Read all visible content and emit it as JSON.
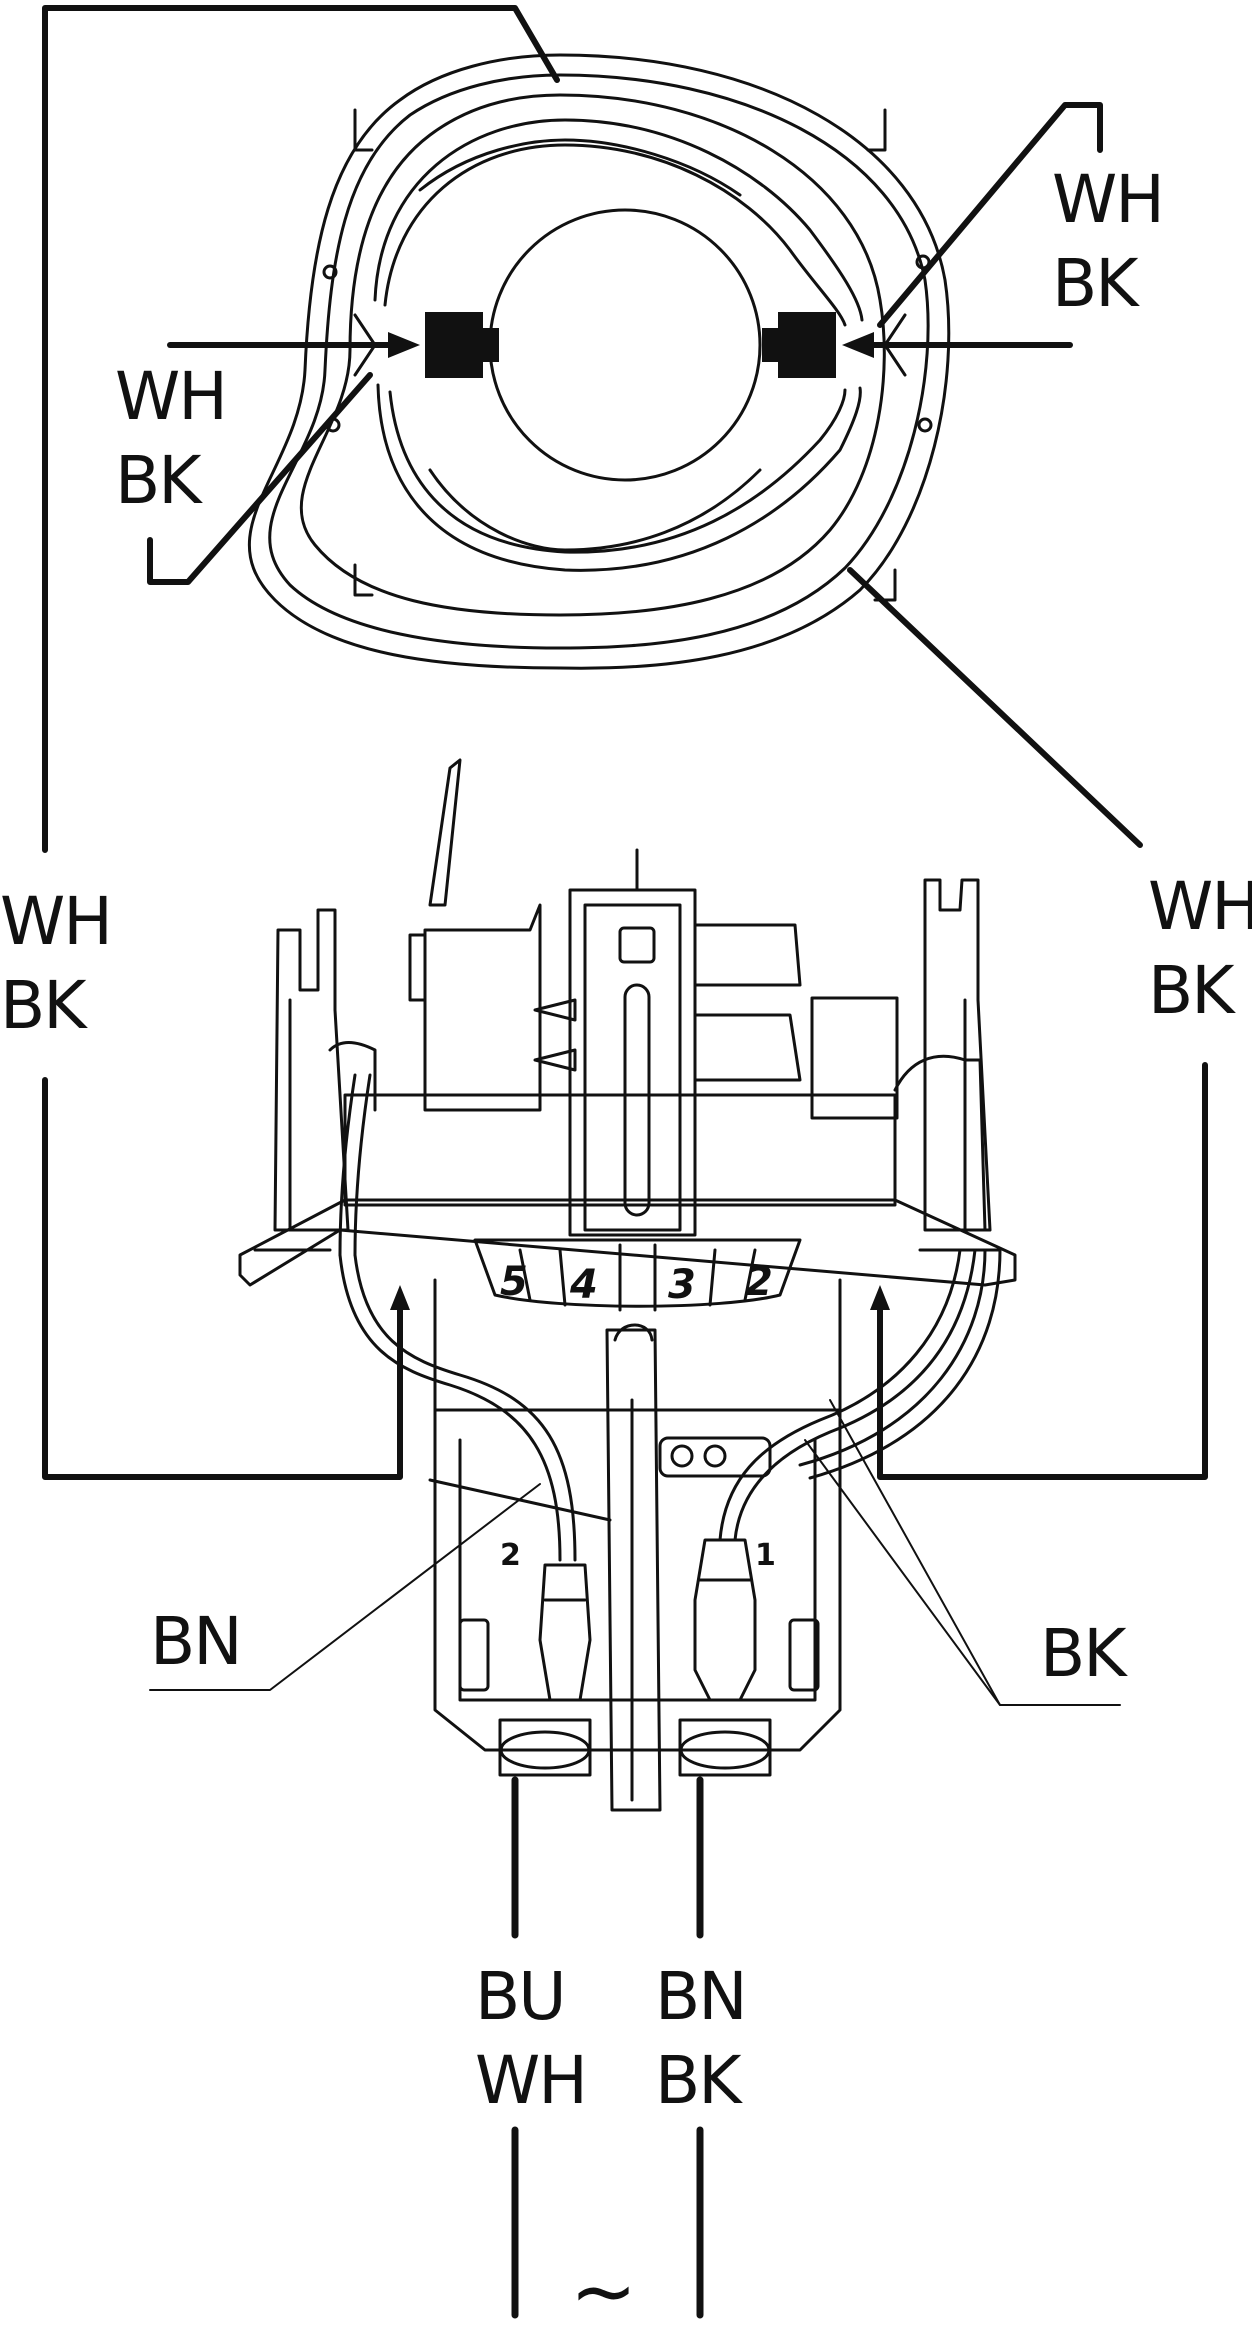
{
  "labels": {
    "stator_top_right": [
      "WH",
      "BK"
    ],
    "stator_left": [
      "WH",
      "BK"
    ],
    "outer_left": [
      "WH",
      "BK"
    ],
    "outer_right": [
      "WH",
      "BK"
    ],
    "wire_bn": "BN",
    "wire_bk": "BK",
    "mains_left": [
      "BU",
      "WH"
    ],
    "mains_right": [
      "BN",
      "BK"
    ],
    "ac_symbol": "~"
  },
  "speed_selector": {
    "positions": [
      "5",
      "4",
      "3",
      "2"
    ]
  },
  "terminals": [
    "2",
    "1"
  ]
}
